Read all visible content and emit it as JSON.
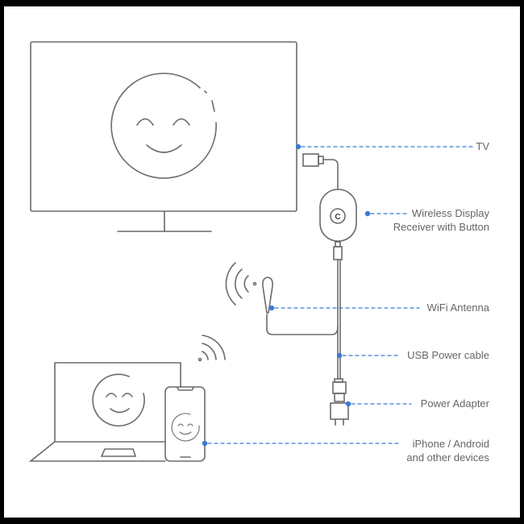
{
  "colors": {
    "line": "#6b6b6b",
    "accent": "#3a7bd5",
    "text": "#666666",
    "frame": "#000000"
  },
  "labels": {
    "tv": "TV",
    "receiver_line1": "Wireless Display",
    "receiver_line2": "Receiver with Button",
    "receiver_button": "C",
    "antenna": "WiFi Antenna",
    "usb_cable": "USB Power cable",
    "adapter": "Power Adapter",
    "devices_line1": "iPhone / Android",
    "devices_line2": "and other devices"
  },
  "icons": [
    "tv-icon",
    "smiley-face-icon",
    "hdmi-plug-icon",
    "receiver-icon",
    "micro-usb-plug-icon",
    "antenna-icon",
    "wifi-signal-icon",
    "usb-plug-icon",
    "power-adapter-icon",
    "laptop-icon",
    "smartphone-icon"
  ]
}
